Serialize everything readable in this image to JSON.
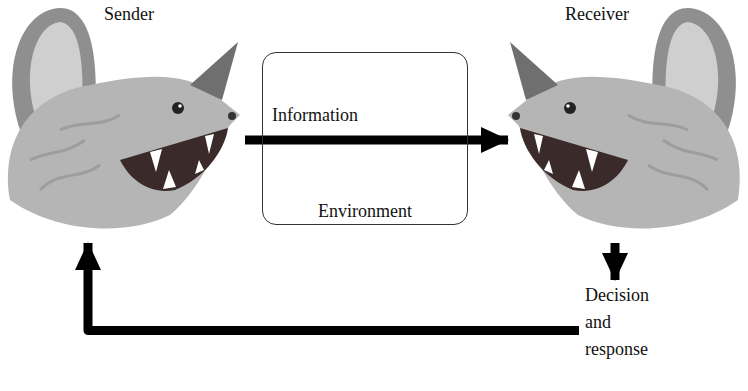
{
  "diagram": {
    "nodes": [
      {
        "text": [
          "Sender"
        ]
      },
      {
        "text": [
          "Environment"
        ]
      },
      {
        "text": [
          "Receiver"
        ]
      },
      {
        "text": [
          "Decision and response"
        ]
      }
    ],
    "edges": [
      {
        "from": 0,
        "to": 2,
        "label": "Information",
        "arrow": "to"
      },
      {
        "from": 2,
        "to": 3,
        "arrow": "to"
      },
      {
        "from": 3,
        "to": 0,
        "arrow": "to"
      }
    ]
  }
}
